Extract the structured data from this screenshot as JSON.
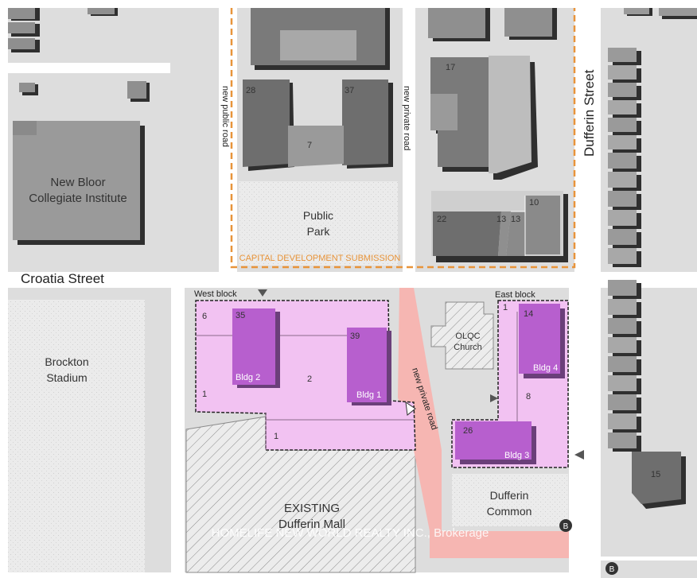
{
  "streets": {
    "croatia": "Croatia Street",
    "dufferin": "Dufferin Street",
    "new_public_road": "new public road",
    "new_private_road_north": "new private road",
    "new_private_road_south": "new private road"
  },
  "places": {
    "school_line1": "New Bloor",
    "school_line2": "Collegiate Institute",
    "park_line1": "Public",
    "park_line2": "Park",
    "stadium_line1": "Brockton",
    "stadium_line2": "Stadium",
    "church_line1": "OLQC",
    "church_line2": "Church",
    "common_line1": "Dufferin",
    "common_line2": "Common",
    "mall_line1": "EXISTING",
    "mall_line2": "Dufferin Mall"
  },
  "capital_development": "CAPITAL DEVELOPMENT SUBMISSION",
  "blocks": {
    "west": "West block",
    "east": "East block"
  },
  "buildings": {
    "bldg1": "Bldg 1",
    "bldg2": "Bldg 2",
    "bldg3": "Bldg 3",
    "bldg4": "Bldg 4"
  },
  "storeys": {
    "n28": "28",
    "n37": "37",
    "n7": "7",
    "n17": "17",
    "n22": "22",
    "n13a": "13",
    "n13b": "13",
    "n10": "10",
    "n6": "6",
    "n35": "35",
    "n39": "39",
    "n2": "2",
    "n1a": "1",
    "n1b": "1",
    "n1c": "1",
    "n14": "14",
    "n8": "8",
    "n26": "26",
    "n15": "15"
  },
  "markers": {
    "b1": "B",
    "b2": "B"
  },
  "watermark": "HOMELIFE NEW WORLD REALTY INC., Brokerage",
  "colors": {
    "background": "#ffffff",
    "block": "#dddddd",
    "building_light": "#c4c4c4",
    "building_mid": "#8f8f8f",
    "building_dark": "#6e6e6e",
    "shadow": "#2f2f2f",
    "development_pink": "#f2c2f2",
    "development_tower": "#b75fce",
    "private_road": "#f6b6b2",
    "capital_outline": "#e8943a"
  }
}
